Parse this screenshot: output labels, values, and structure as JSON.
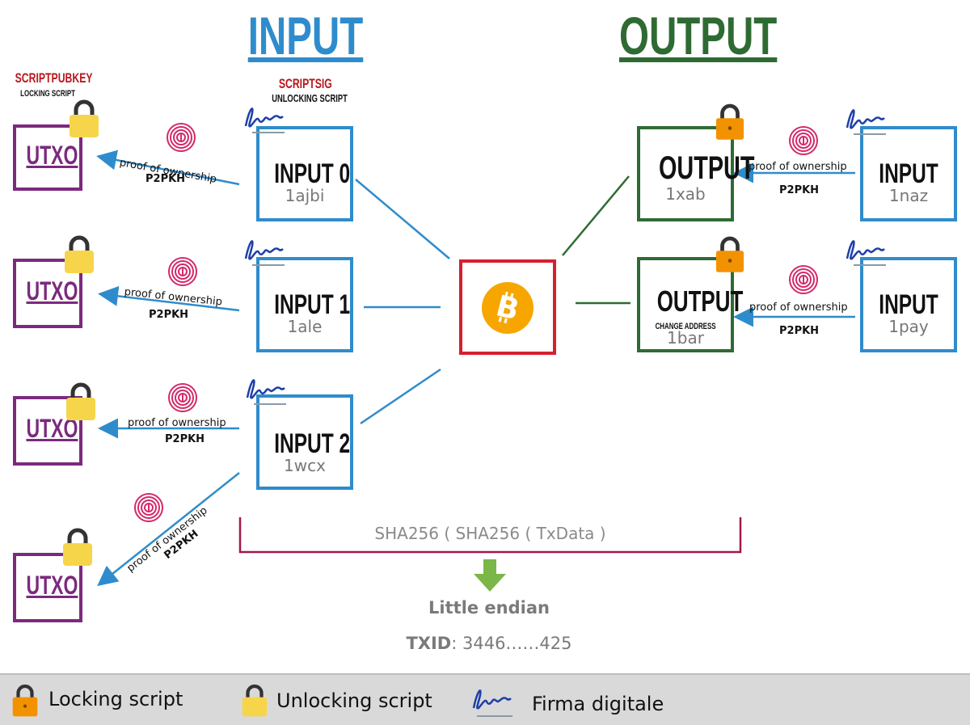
{
  "headings": {
    "input": "INPUT",
    "output": "OUTPUT"
  },
  "scriptpubkey": {
    "title": "SCRIPTPUBKEY",
    "subtitle": "LOCKING SCRIPT"
  },
  "scriptsig": {
    "title": "SCRIPTSIG",
    "subtitle": "UNLOCKING SCRIPT"
  },
  "utxos": [
    "UTXO",
    "UTXO",
    "UTXO",
    "UTXO"
  ],
  "inputs": [
    {
      "label": "INPUT 0",
      "address": "1ajbi"
    },
    {
      "label": "INPUT 1",
      "address": "1ale"
    },
    {
      "label": "INPUT 2",
      "address": "1wcx"
    }
  ],
  "outputs": [
    {
      "label": "OUTPUT",
      "sublabel": "",
      "address": "1xab"
    },
    {
      "label": "OUTPUT",
      "sublabel": "CHANGE ADDRESS",
      "address": "1bar"
    }
  ],
  "right_inputs": [
    {
      "label": "INPUT",
      "address": "1naz"
    },
    {
      "label": "INPUT",
      "address": "1pay"
    }
  ],
  "proof_label": "proof of ownership",
  "p2pkh_label": "P2PKH",
  "hash_formula": "SHA256 ( SHA256 ( TxData )",
  "little_endian": "Little endian",
  "txid": {
    "label": "TXID",
    "value": ": 3446……425"
  },
  "legend": {
    "locking": "Locking script",
    "unlocking": "Unlocking script",
    "signature": "Firma digitale"
  },
  "colors": {
    "input_blue": "#2f8ccc",
    "output_green": "#2e6b33",
    "utxo_purple": "#7b2a7e",
    "bitcoin_box_red": "#d6202f",
    "scriptsig_red": "#b8161c",
    "bitcoin_orange": "#f7a600",
    "lock_yellow": "#f6d54a",
    "lock_orange": "#f39200",
    "hash_bracket": "#a3174d",
    "arrow_green": "#7ab648"
  },
  "icons": [
    "lock-icon",
    "signature-icon",
    "fingerprint-icon",
    "bitcoin-icon",
    "down-arrow-icon"
  ]
}
